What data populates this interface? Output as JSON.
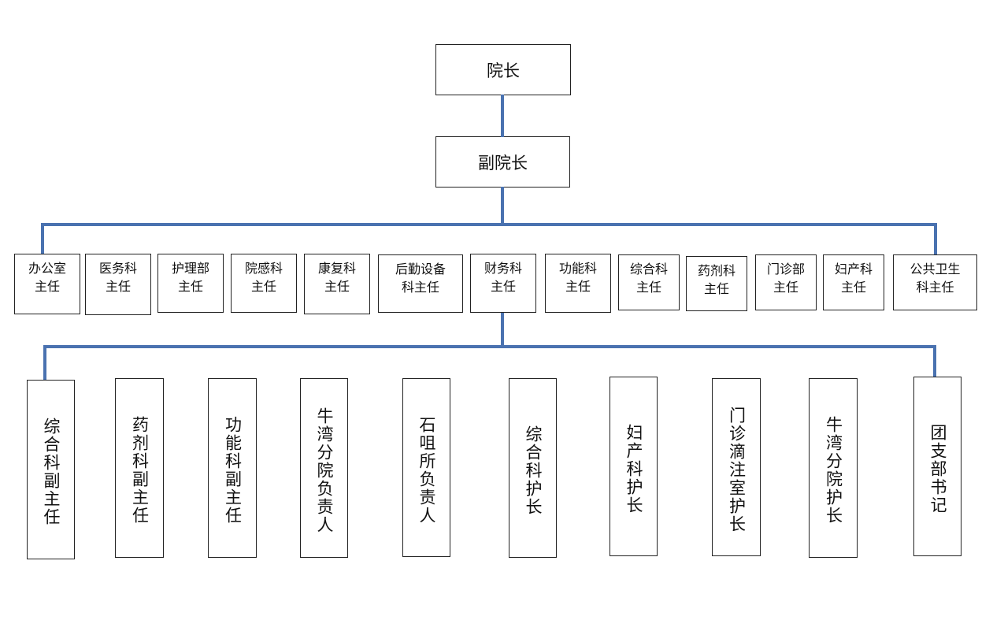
{
  "top": {
    "title": "院长"
  },
  "vice": {
    "title": "副院长"
  },
  "departments": [
    {
      "line1": "办公室",
      "line2": "主任"
    },
    {
      "line1": "医务科",
      "line2": "主任"
    },
    {
      "line1": "护理部",
      "line2": "主任"
    },
    {
      "line1": "院感科",
      "line2": "主任"
    },
    {
      "line1": "康复科",
      "line2": "主任"
    },
    {
      "line1": "后勤设备",
      "line2": "科主任"
    },
    {
      "line1": "财务科",
      "line2": "主任"
    },
    {
      "line1": "功能科",
      "line2": "主任"
    },
    {
      "line1": "综合科",
      "line2": "主任"
    },
    {
      "line1": "药剂科",
      "line2": "主任"
    },
    {
      "line1": "门诊部",
      "line2": "主任"
    },
    {
      "line1": "妇产科",
      "line2": "主任"
    },
    {
      "line1": "公共卫生",
      "line2": "科主任"
    }
  ],
  "subordinates": [
    "综合科副主任",
    "药剂科副主任",
    "功能科副主任",
    "牛湾分院负责人",
    "石咀所负责人",
    "综合科护长",
    "妇产科护长",
    "门诊滴注室护长",
    "牛湾分院护长",
    "团支部书记"
  ],
  "line_color": "#4a72b0"
}
